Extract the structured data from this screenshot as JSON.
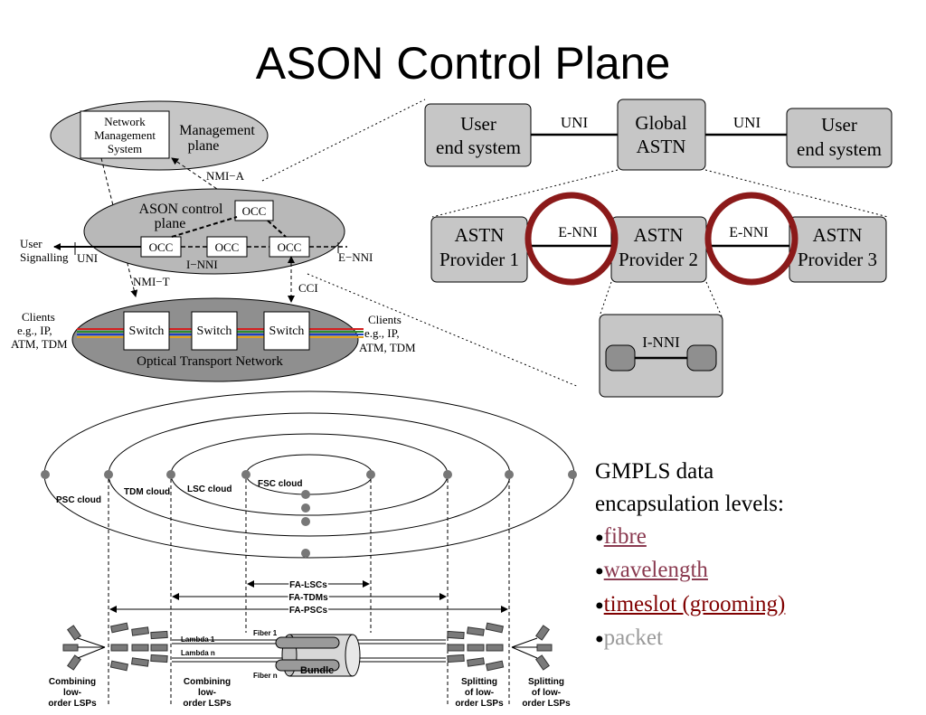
{
  "title": "ASON Control Plane",
  "architecture": {
    "nms": [
      "Network",
      "Management",
      "System"
    ],
    "management_plane": [
      "Management",
      "plane"
    ],
    "nmi_a": "NMI−A",
    "control_plane": [
      "ASON control",
      "plane"
    ],
    "occ": "OCC",
    "user_signalling": [
      "User",
      "Signalling"
    ],
    "uni": "UNI",
    "i_nni": "I−NNI",
    "e_nni": "E−NNI",
    "nmi_t": "NMI−T",
    "cci": "CCI",
    "clients_left": [
      "Clients",
      "e.g., IP,",
      "ATM, TDM"
    ],
    "clients_right": [
      "Clients",
      "e.g., IP,",
      "ATM, TDM"
    ],
    "switch": "Switch",
    "otn": "Optical Transport Network"
  },
  "astn": {
    "user_end_system": [
      "User",
      "end system"
    ],
    "global_astn": [
      "Global",
      "ASTN"
    ],
    "uni": "UNI",
    "provider1": [
      "ASTN",
      "Provider 1"
    ],
    "provider2": [
      "ASTN",
      "Provider 2"
    ],
    "provider3": [
      "ASTN",
      "Provider 3"
    ],
    "e_nni": "E-NNI",
    "i_nni": "I-NNI"
  },
  "gmpls": {
    "psc_cloud": "PSC cloud",
    "tdm_cloud": "TDM cloud",
    "lsc_cloud": "LSC cloud",
    "fsc_cloud": "FSC cloud",
    "fa_lscs": "FA-LSCs",
    "fa_tdms": "FA-TDMs",
    "fa_pscs": "FA-PSCs",
    "lambda_1": "Lambda 1",
    "lambda_n": "Lambda n",
    "fiber_1": "Fiber 1",
    "fiber_n": "Fiber n",
    "bundle": "Bundle",
    "combining_low_order_1": [
      "Combining",
      "low-",
      "order LSPs"
    ],
    "combining_low_order_2": [
      "Combining",
      "low-",
      "order LSPs"
    ],
    "splitting_low_order_1": [
      "Splitting",
      "of low-",
      "order LSPs"
    ],
    "splitting_low_order_2": [
      "Splitting",
      "of low-",
      "order LSPs"
    ]
  },
  "bullets": {
    "heading_1": "GMPLS data",
    "heading_2": "encapsulation levels:",
    "items": [
      "fibre",
      "wavelength",
      "timeslot (grooming)",
      "packet"
    ]
  },
  "colors": {
    "box_fill": "#c6c6c6",
    "ellipse_fill": "#b8b8b8",
    "otn_fill": "#8f8f8f",
    "highlight_ring": "#8b1a1a",
    "link_fibre": "#8a3a50",
    "link_timeslot": "#800000",
    "packet_text": "#9a9a9a"
  }
}
